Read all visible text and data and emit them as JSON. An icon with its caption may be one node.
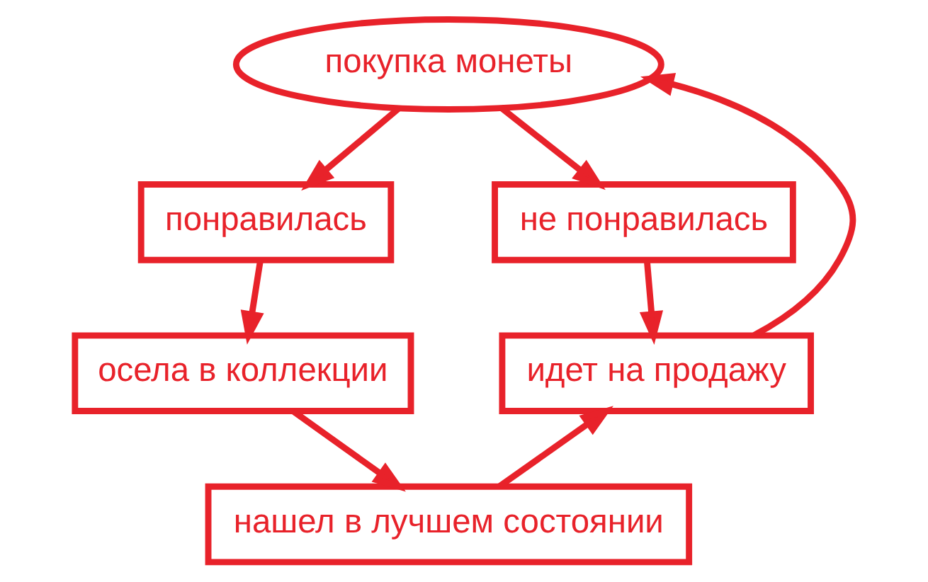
{
  "diagram": {
    "nodes": [
      {
        "text": [
          "покупка монеты"
        ]
      },
      {
        "text": [
          "понравилась"
        ]
      },
      {
        "text": [
          "не понравилась"
        ]
      },
      {
        "text": [
          "осела в коллекции"
        ]
      },
      {
        "text": [
          "идет на продажу"
        ]
      },
      {
        "text": [
          "нашел в лучшем состоянии"
        ]
      }
    ],
    "edges": [
      {
        "from": 0,
        "to": 1,
        "arrow": "to"
      },
      {
        "from": 0,
        "to": 2,
        "arrow": "to"
      },
      {
        "from": 1,
        "to": 3,
        "arrow": "to"
      },
      {
        "from": 2,
        "to": 4,
        "arrow": "to"
      },
      {
        "from": 3,
        "to": 5,
        "arrow": "to"
      },
      {
        "from": 5,
        "to": 4,
        "arrow": "to"
      },
      {
        "from": 4,
        "to": 0,
        "arrow": "to"
      }
    ]
  }
}
